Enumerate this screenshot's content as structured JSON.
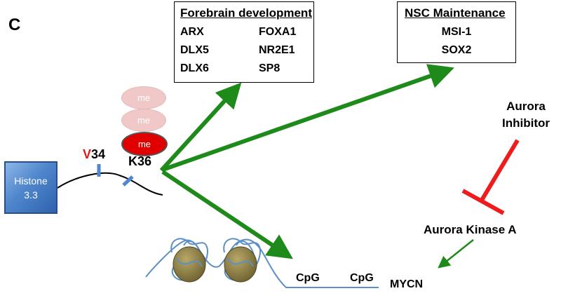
{
  "panel_label": "C",
  "forebrain_box": {
    "title": "Forebrain development",
    "genes_left": [
      "ARX",
      "DLX5",
      "DLX6"
    ],
    "genes_right": [
      "FOXA1",
      "NR2E1",
      "SP8"
    ]
  },
  "nsc_box": {
    "title": "NSC Maintenance",
    "genes": [
      "MSI-1",
      "SOX2"
    ]
  },
  "histone": {
    "line1": "Histone",
    "line2": "3.3"
  },
  "methyl": {
    "mark": "me"
  },
  "residues": {
    "v_letter": "V",
    "v_number": "34",
    "k36": "K36"
  },
  "inhibitor": {
    "line1": "Aurora",
    "line2": "Inhibitor"
  },
  "kinase": "Aurora Kinase A",
  "dna": {
    "cpg1": "CpG",
    "cpg2": "CpG"
  },
  "target_gene": "MYCN",
  "colors": {
    "green_arrow": "#1e8a1a",
    "red_inhibit": "#ee1c1c",
    "histone_blue": "#4f86cc",
    "dna_blue": "#5b8fc7",
    "nucleosome": "#8a7a3e",
    "me_active": "#e00000",
    "me_faded": "#f0c8c8"
  }
}
